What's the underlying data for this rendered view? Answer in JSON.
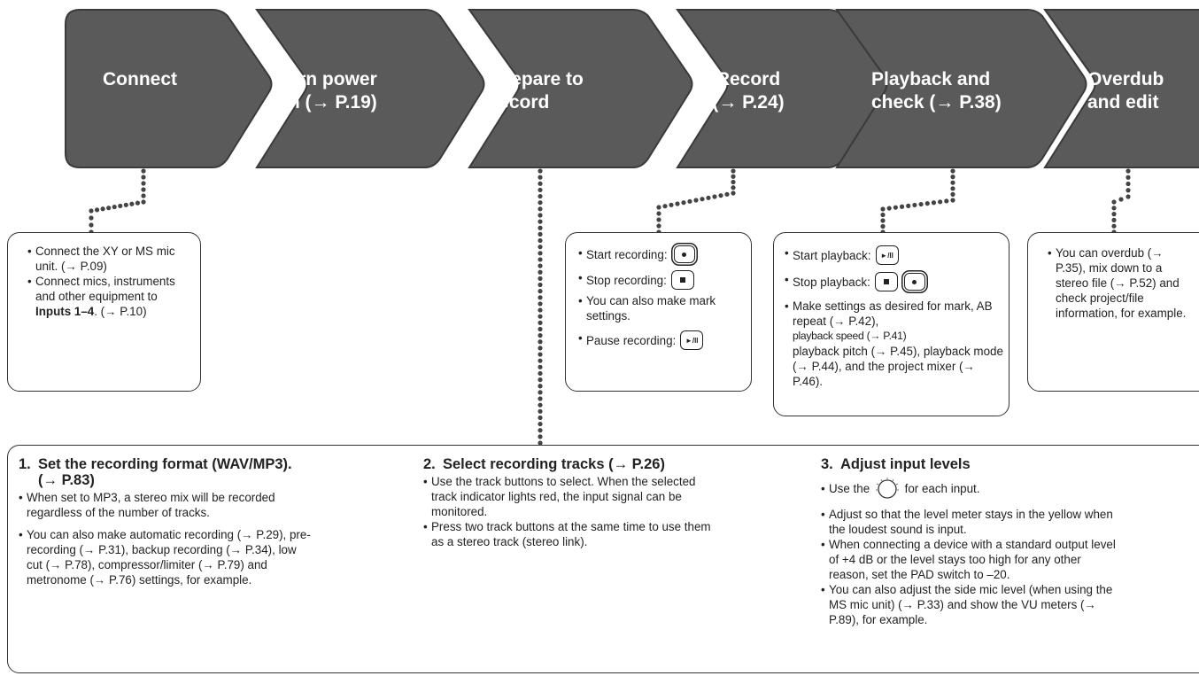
{
  "colors": {
    "arrow_fill": "#5a5a5a",
    "arrow_stroke": "#3a3a3a",
    "border": "#333333",
    "text": "#222222"
  },
  "steps": [
    {
      "title": "Connect"
    },
    {
      "title": "Turn power\non (→ P.19)"
    },
    {
      "title": "Prepare to\nrecord"
    },
    {
      "title": "Record\n(→ P.24)"
    },
    {
      "title": "Playback and\ncheck (→ P.38)"
    },
    {
      "title": "Overdub\nand edit"
    }
  ],
  "connect_note": {
    "items": [
      "Connect the XY or MS mic unit. (→ P.09)",
      "Connect mics, instruments and other equipment to"
    ],
    "inputs_bold": "Inputs 1–4",
    "inputs_after": ". (→ P.10)"
  },
  "record_note": {
    "start": "Start recording:",
    "stop": "Stop recording:",
    "mark": "You can also make mark settings.",
    "pause": "Pause recording:"
  },
  "playback_note": {
    "start": "Start playback:",
    "stop": "Stop playback:",
    "settings_1": "Make settings as desired for mark, AB repeat (→ P.42),",
    "settings_2": "playback speed (→ P.41)",
    "settings_3": "playback pitch (→ P.45), playback mode (→ P.44), and the project mixer (→ P.46)."
  },
  "overdub_note": {
    "text": "You can overdub (→ P.35), mix down to a stereo file (→ P.52) and check project/file information, for example."
  },
  "key_labels": {
    "play_pause": "►/II"
  },
  "prepare": {
    "col1": {
      "num": "1.",
      "title": "Set the recording format (WAV/MP3).",
      "ref": "(→ P.83)",
      "items": [
        "When set to MP3, a stereo mix will be recorded regardless of the number of tracks.",
        "You can also make  automatic recording (→ P.29), pre-recording (→ P.31), backup recording (→ P.34), low cut (→ P.78), compressor/limiter (→ P.79) and metronome (→ P.76) settings, for example."
      ]
    },
    "col2": {
      "num": "2.",
      "title": "Select recording tracks (→ P.26)",
      "items": [
        "Use the track buttons to select. When the selected track indicator lights red, the input signal can be monitored.",
        "Press two track buttons at the same time to use them as a stereo track (stereo link)."
      ]
    },
    "col3": {
      "num": "3.",
      "title": "Adjust input levels",
      "use_before": "Use the",
      "use_after": "for each input.",
      "items": [
        "Adjust so that the level meter stays in the yellow when the loudest sound is input.",
        "When connecting a device with a standard output level of +4 dB or the level stays too high for any other reason, set the PAD switch to –20.",
        "You can also adjust the side mic level (when using the MS mic unit) (→ P.33) and show the VU meters (→ P.89), for example."
      ]
    }
  }
}
